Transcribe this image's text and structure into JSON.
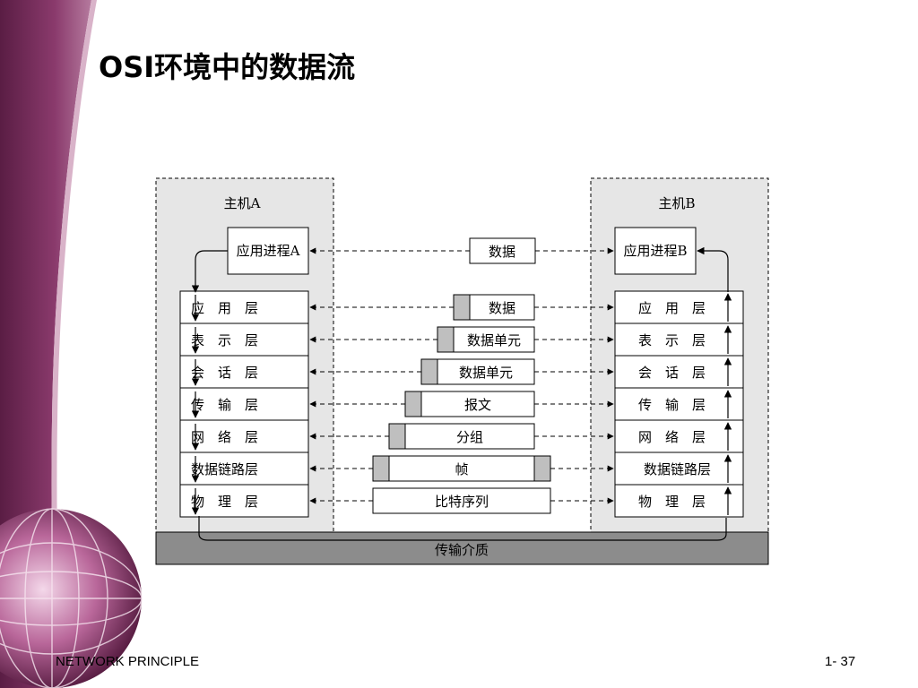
{
  "slide": {
    "title": "OSI环境中的数据流",
    "footer_left": "NETWORK PRINCIPLE",
    "footer_right": "1- 37"
  },
  "diagram": {
    "host_a": "主机A",
    "host_b": "主机B",
    "process_a": "应用进程A",
    "process_b": "应用进程B",
    "process_data": "数据",
    "medium": "传输介质",
    "layers": [
      {
        "id": "application",
        "host_a": "应　用　层",
        "host_b": "应　用　层",
        "pdu": "数据"
      },
      {
        "id": "presentation",
        "host_a": "表　示　层",
        "host_b": "表　示　层",
        "pdu": "数据单元"
      },
      {
        "id": "session",
        "host_a": "会　话　层",
        "host_b": "会　话　层",
        "pdu": "数据单元"
      },
      {
        "id": "transport",
        "host_a": "传　输　层",
        "host_b": "传　输　层",
        "pdu": "报文"
      },
      {
        "id": "network",
        "host_a": "网　络　层",
        "host_b": "网　络　层",
        "pdu": "分组"
      },
      {
        "id": "datalink",
        "host_a": "数据链路层",
        "host_b": "数据链路层",
        "pdu": "帧"
      },
      {
        "id": "physical",
        "host_a": "物　理　层",
        "host_b": "物　理　层",
        "pdu": "比特序列"
      }
    ]
  }
}
